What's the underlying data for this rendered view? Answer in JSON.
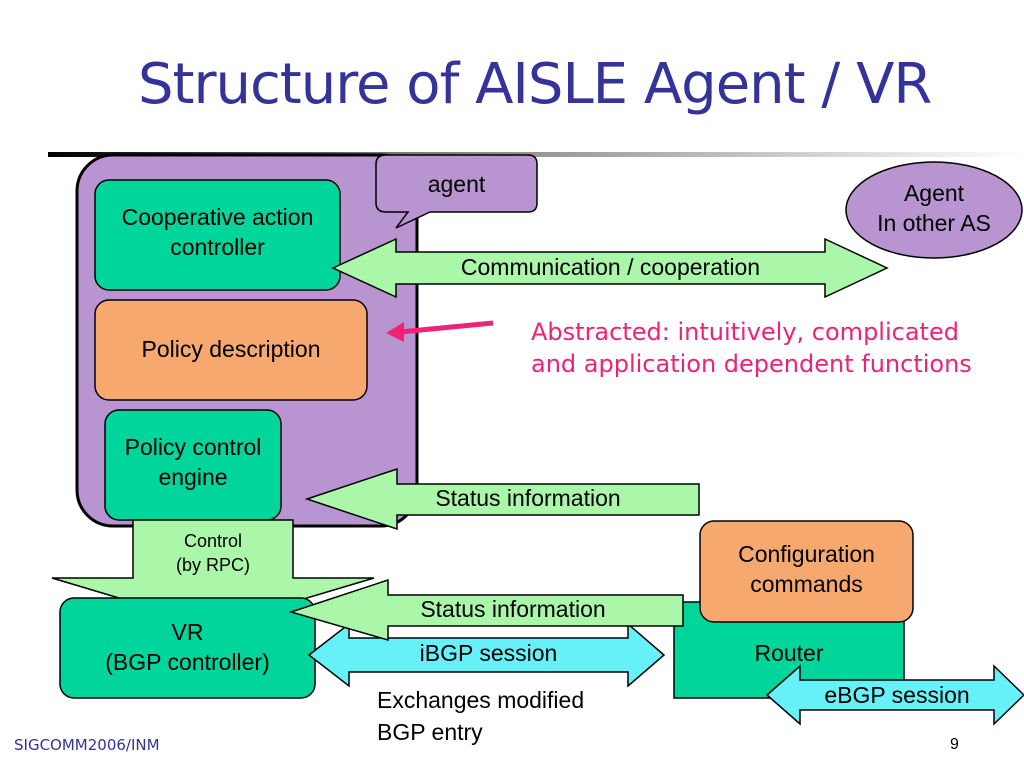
{
  "title": "Structure of AISLE Agent / VR",
  "agent_callout": "agent",
  "boxes": {
    "cooperative_action_controller": [
      "Cooperative action",
      "controller"
    ],
    "policy_description": "Policy description",
    "policy_control_engine": [
      "Policy control",
      "engine"
    ],
    "agent_other_as": [
      "Agent",
      "In other AS"
    ],
    "configuration_commands": [
      "Configuration",
      "commands"
    ],
    "router": "Router",
    "vr_bgp_controller": [
      "VR",
      "(BGP controller)"
    ]
  },
  "arrows": {
    "communication": "Communication / cooperation",
    "status_info_upper": "Status information",
    "status_info_lower": "Status information",
    "control_rpc": [
      "Control",
      "(by RPC)"
    ],
    "ibgp": "iBGP session",
    "ebgp": "eBGP session"
  },
  "annotation": [
    "Abstracted: intuitively, complicated",
    "and application dependent functions"
  ],
  "exchange_note": [
    "Exchanges modified",
    "BGP entry"
  ],
  "footer": {
    "left": "SIGCOMM2006/INM",
    "page": "9"
  },
  "colors": {
    "title": "#333399",
    "agent_purple": "#b894d0",
    "teal": "#00d69c",
    "orange": "#f6a86e",
    "light_green": "#aaf7aa",
    "cyan": "#66f0f8",
    "annotation": "#ee2277"
  }
}
